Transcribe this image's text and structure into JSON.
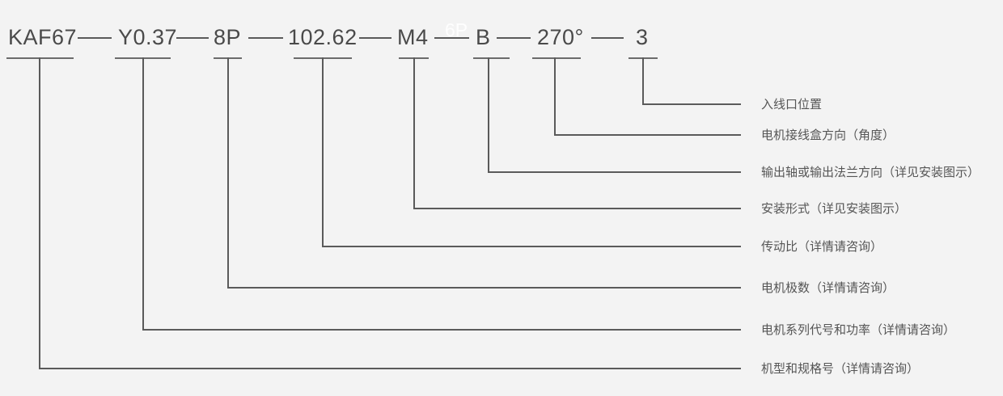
{
  "canvas": {
    "background": "#f3f3f3",
    "line_color": "#5a5a5a",
    "code_text_color": "#4a4a4a",
    "label_text_color": "#555555",
    "watermark_color": "#ffffff"
  },
  "model_code": {
    "separator": "—",
    "watermark": "6P",
    "segments": [
      {
        "code": "KAF67",
        "meaning": "机型和规格号（详情请咨询）"
      },
      {
        "code": "Y0.37",
        "meaning": "电机系列代号和功率（详情请咨询）"
      },
      {
        "code": "8P",
        "meaning": "电机极数（详情请咨询）"
      },
      {
        "code": "102.62",
        "meaning": "传动比（详情请咨询）"
      },
      {
        "code": "M4",
        "meaning": "安装形式（详见安装图示）"
      },
      {
        "code": "B",
        "meaning": "输出轴或输出法兰方向（详见安装图示）"
      },
      {
        "code": "270°",
        "meaning": "电机接线盒方向（角度）"
      },
      {
        "code": "3",
        "meaning": "入线口位置"
      }
    ]
  }
}
